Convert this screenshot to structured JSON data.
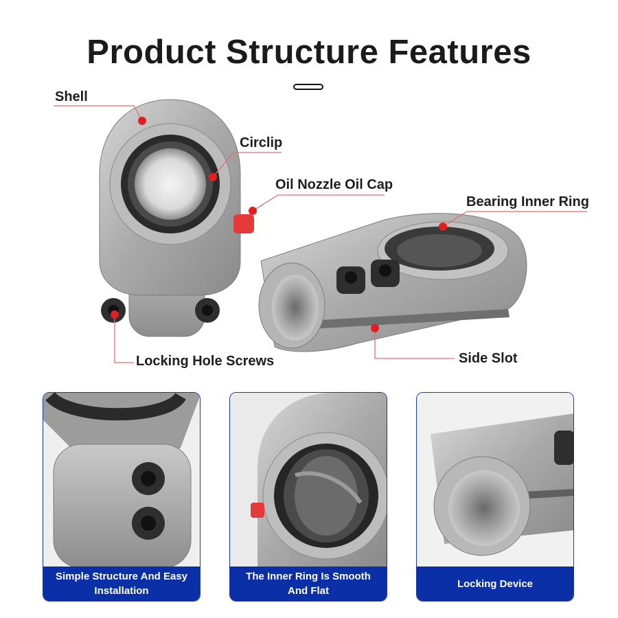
{
  "title": "Product Structure Features",
  "callouts": {
    "shell": "Shell",
    "circlip": "Circlip",
    "oil_nozzle": "Oil Nozzle Oil Cap",
    "inner_ring": "Bearing Inner Ring",
    "locking_screws": "Locking Hole Screws",
    "side_slot": "Side Slot"
  },
  "panels": [
    {
      "caption": "Simple Structure And Easy Installation"
    },
    {
      "caption": "The Inner Ring Is Smooth And Flat"
    },
    {
      "caption": "Locking Device"
    }
  ],
  "colors": {
    "accent_red": "#e02020",
    "caption_blue": "#0a2fa6",
    "leader_line": "#e07070"
  }
}
